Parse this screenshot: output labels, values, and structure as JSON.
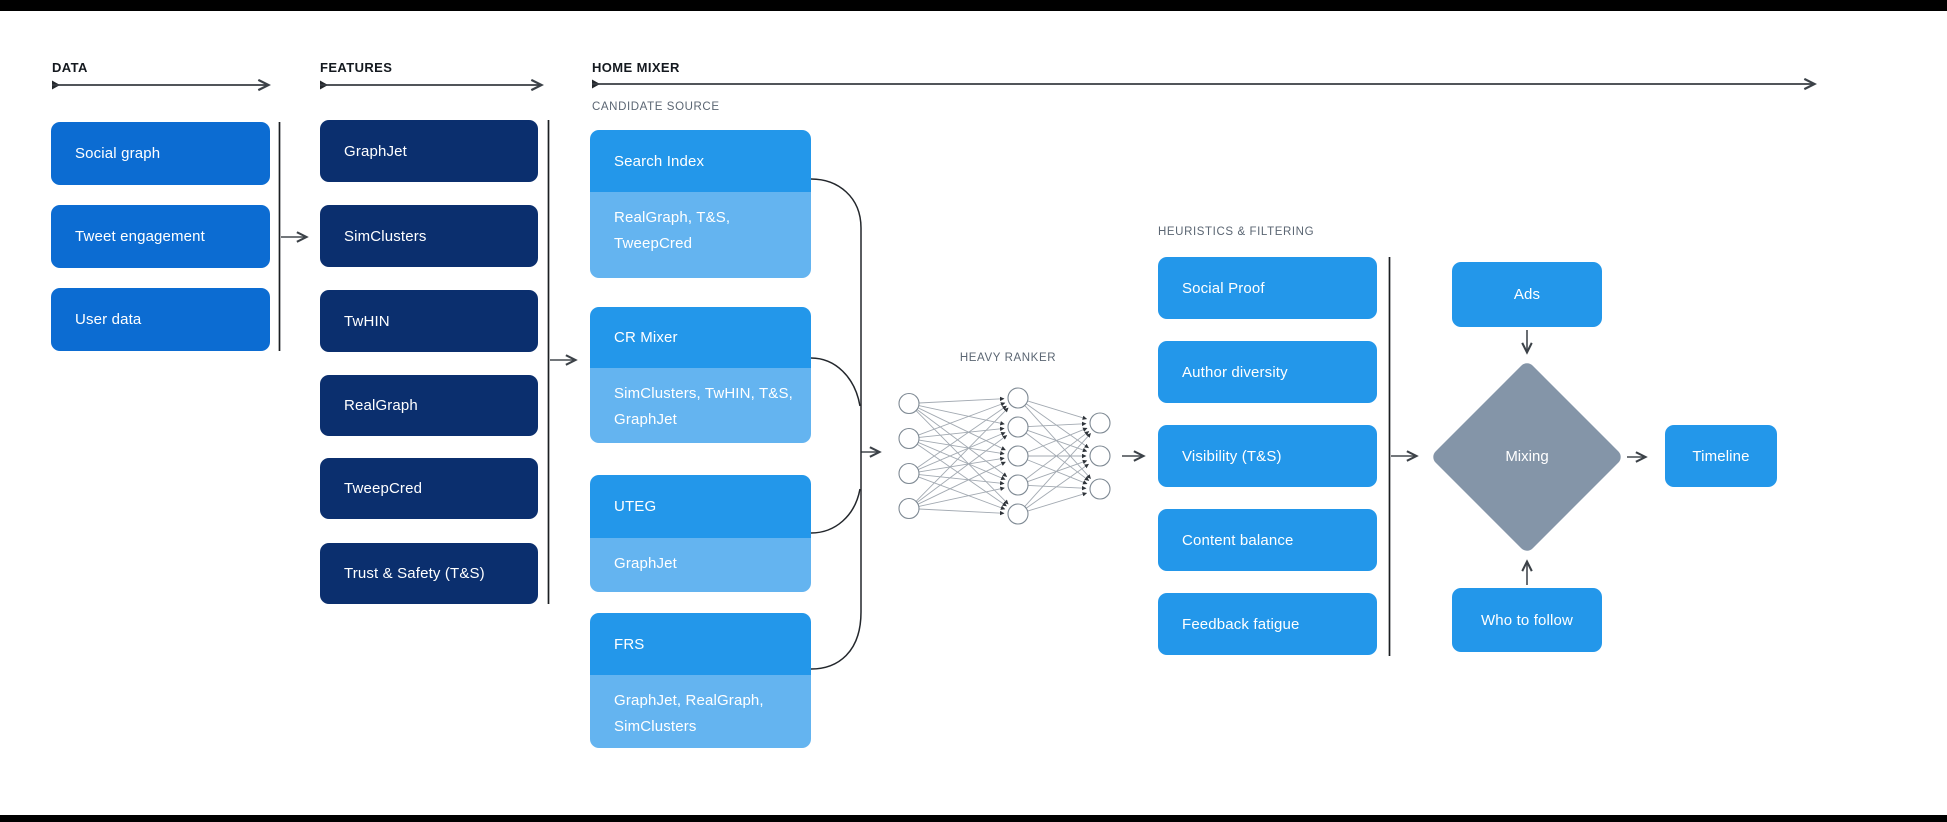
{
  "palette": {
    "data_box": "#0c6cd2",
    "features_box": "#0b2f6e",
    "source_primary": "#2397ea",
    "source_secondary": "#64b4f0",
    "mixer_diamond": "#8495a8"
  },
  "sections": {
    "data": {
      "label": "DATA",
      "items": [
        "Social graph",
        "Tweet engagement",
        "User data"
      ]
    },
    "features": {
      "label": "FEATURES",
      "items": [
        "GraphJet",
        "SimClusters",
        "TwHIN",
        "RealGraph",
        "TweepCred",
        "Trust & Safety (T&S)"
      ]
    },
    "home_mixer": {
      "label": "HOME MIXER",
      "candidate_source": {
        "label": "CANDIDATE SOURCE",
        "items": [
          {
            "name": "Search Index",
            "uses": "RealGraph, T&S, TweepCred"
          },
          {
            "name": "CR Mixer",
            "uses": "SimClusters, TwHIN, T&S, GraphJet"
          },
          {
            "name": "UTEG",
            "uses": "GraphJet"
          },
          {
            "name": "FRS",
            "uses": "GraphJet, RealGraph, SimClusters"
          }
        ]
      },
      "heavy_ranker": {
        "label": "HEAVY RANKER",
        "layers": [
          4,
          5,
          3
        ]
      },
      "heuristics": {
        "label": "HEURISTICS & FILTERING",
        "items": [
          "Social Proof",
          "Author diversity",
          "Visibility (T&S)",
          "Content balance",
          "Feedback fatigue"
        ]
      },
      "mixing": {
        "ads": "Ads",
        "mixing": "Mixing",
        "who_to_follow": "Who to follow",
        "timeline": "Timeline"
      }
    }
  }
}
